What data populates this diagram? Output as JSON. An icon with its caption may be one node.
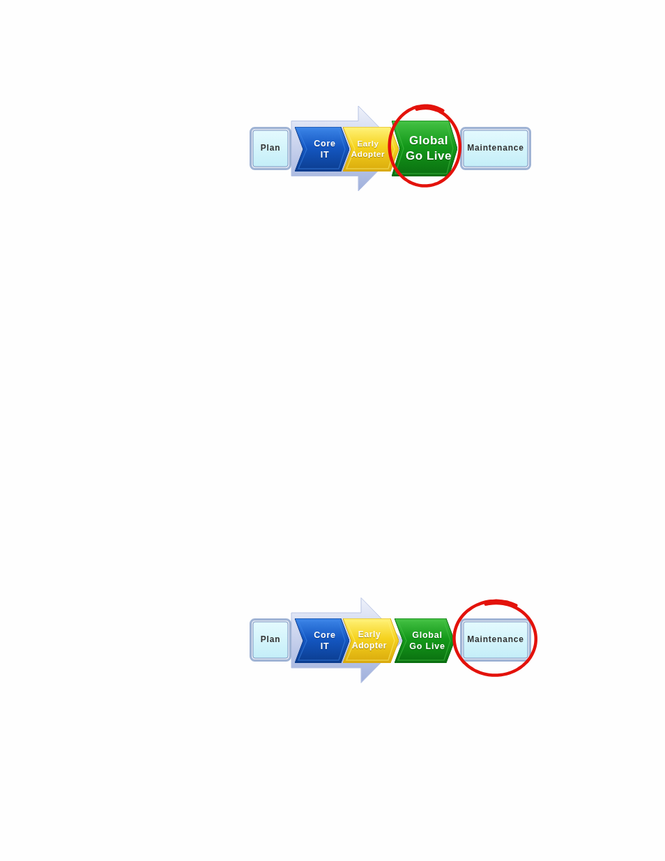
{
  "diagram": {
    "nodes": [
      {
        "text": [
          "Plan"
        ]
      },
      {
        "text": [
          "Core IT"
        ]
      },
      {
        "text": [
          "Early Adopter"
        ]
      },
      {
        "text": [
          "Global Go Live"
        ]
      },
      {
        "text": [
          "Maintenance"
        ]
      },
      {
        "text": [
          "Plan"
        ]
      },
      {
        "text": [
          "Core IT"
        ]
      },
      {
        "text": [
          "Early Adopter"
        ]
      },
      {
        "text": [
          "Global Go Live"
        ]
      },
      {
        "text": [
          "Maintenance"
        ]
      }
    ],
    "edges": [
      {
        "from": 0,
        "to": 3,
        "arrow": "to",
        "style": "thick"
      },
      {
        "from": 5,
        "to": 8,
        "arrow": "to",
        "style": "thick"
      }
    ]
  }
}
